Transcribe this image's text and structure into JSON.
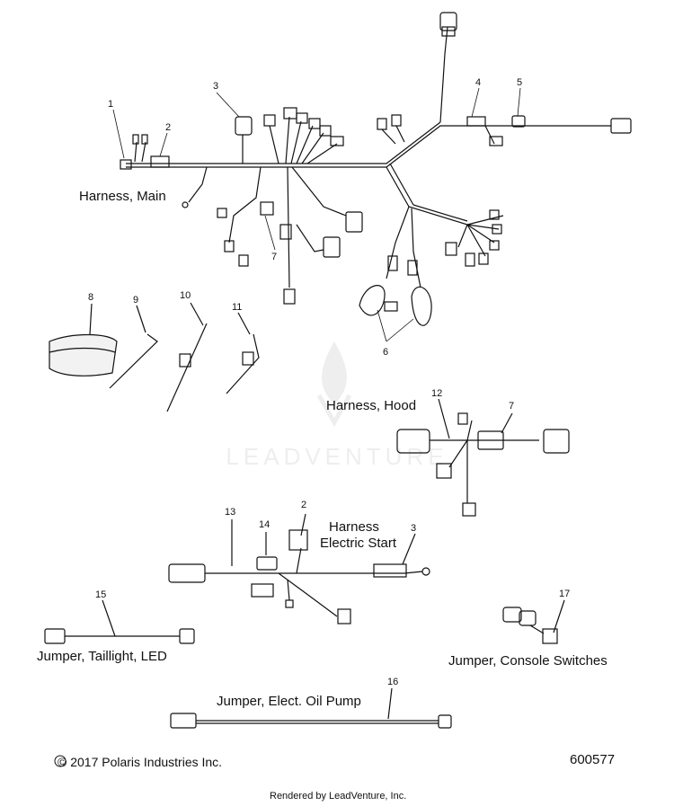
{
  "labels": {
    "harness_main": "Harness, Main",
    "harness_hood": "Harness, Hood",
    "harness_electric_start_line1": "Harness",
    "harness_electric_start_line2": "Electric Start",
    "jumper_taillight": "Jumper, Taillight, LED",
    "jumper_console": "Jumper, Console Switches",
    "jumper_oil_pump": "Jumper, Elect. Oil Pump"
  },
  "callouts": {
    "c1": "1",
    "c2": "2",
    "c3": "3",
    "c4": "4",
    "c5": "5",
    "c6": "6",
    "c7a": "7",
    "c7b": "7",
    "c8": "8",
    "c9": "9",
    "c10": "10",
    "c11": "11",
    "c12": "12",
    "c13": "13",
    "c14": "14",
    "c2b": "2",
    "c3b": "3",
    "c15": "15",
    "c16": "16",
    "c17": "17"
  },
  "footer": {
    "copyright": "© 2017 Polaris Industries Inc.",
    "diagram_number": "600577",
    "rendered_by": "Rendered by LeadVenture, Inc."
  },
  "watermark": "LEADVENTURE"
}
